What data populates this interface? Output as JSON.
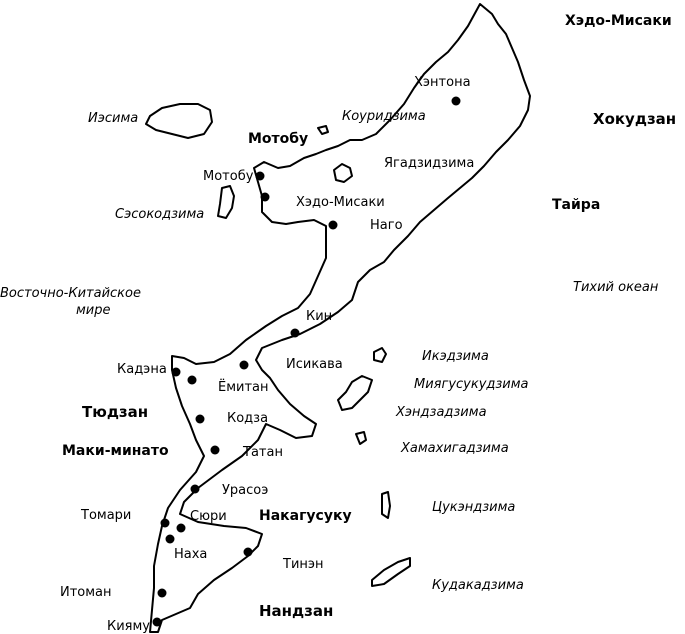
{
  "map": {
    "seas": [
      {
        "key": "east-china-sea",
        "text": "Восточно-Китайское мире"
      },
      {
        "key": "pacific",
        "text": "Тихий океан"
      }
    ],
    "regions": [
      {
        "key": "motobu",
        "text": "Мотобу"
      },
      {
        "key": "hokudzan",
        "text": "Хокудзан"
      },
      {
        "key": "heado",
        "text": "Хэдо-Мисаки"
      },
      {
        "key": "taira",
        "text": "Тайра"
      },
      {
        "key": "tyudzan",
        "text": "Тюдзан"
      },
      {
        "key": "maki",
        "text": "Маки-минато"
      },
      {
        "key": "nakagusuku",
        "text": "Накагусуку"
      },
      {
        "key": "nandzan",
        "text": "Нандзан"
      }
    ],
    "islands": [
      {
        "key": "iesima",
        "text": "Иэсима"
      },
      {
        "key": "sesokodzima",
        "text": "Сэсокодзима"
      },
      {
        "key": "kouridzima",
        "text": "Коуридзима"
      },
      {
        "key": "ikedzima",
        "text": "Икэдзима"
      },
      {
        "key": "miyagusuku",
        "text": "Миягусукудзима"
      },
      {
        "key": "hendzadzima",
        "text": "Хэндзадзима"
      },
      {
        "key": "hamahiga",
        "text": "Хамахигадзима"
      },
      {
        "key": "tsukendzima",
        "text": "Цукэндзима"
      },
      {
        "key": "kudaka",
        "text": "Кудакадзима"
      }
    ],
    "places": [
      {
        "key": "henton",
        "text": "Хэнтона"
      },
      {
        "key": "yagadzi",
        "text": "Ягадзидзима"
      },
      {
        "key": "motobu-town",
        "text": "Мотобу"
      },
      {
        "key": "hedo-misaki-town",
        "text": "Хэдо-Мисаки"
      },
      {
        "key": "nago",
        "text": "Наго"
      },
      {
        "key": "kin",
        "text": "Кин"
      },
      {
        "key": "isikawa",
        "text": "Исикава"
      },
      {
        "key": "kadena",
        "text": "Кадэна"
      },
      {
        "key": "yomitan",
        "text": "Ёмитан"
      },
      {
        "key": "kodza",
        "text": "Кодза"
      },
      {
        "key": "tatan",
        "text": "Татан"
      },
      {
        "key": "urasoe",
        "text": "Урасоэ"
      },
      {
        "key": "tomari",
        "text": "Томари"
      },
      {
        "key": "syuri",
        "text": "Сюри"
      },
      {
        "key": "naha",
        "text": "Наха"
      },
      {
        "key": "tinen",
        "text": "Тинэн"
      },
      {
        "key": "itoman",
        "text": "Итоман"
      },
      {
        "key": "kiyamu",
        "text": "Кияму"
      }
    ]
  }
}
